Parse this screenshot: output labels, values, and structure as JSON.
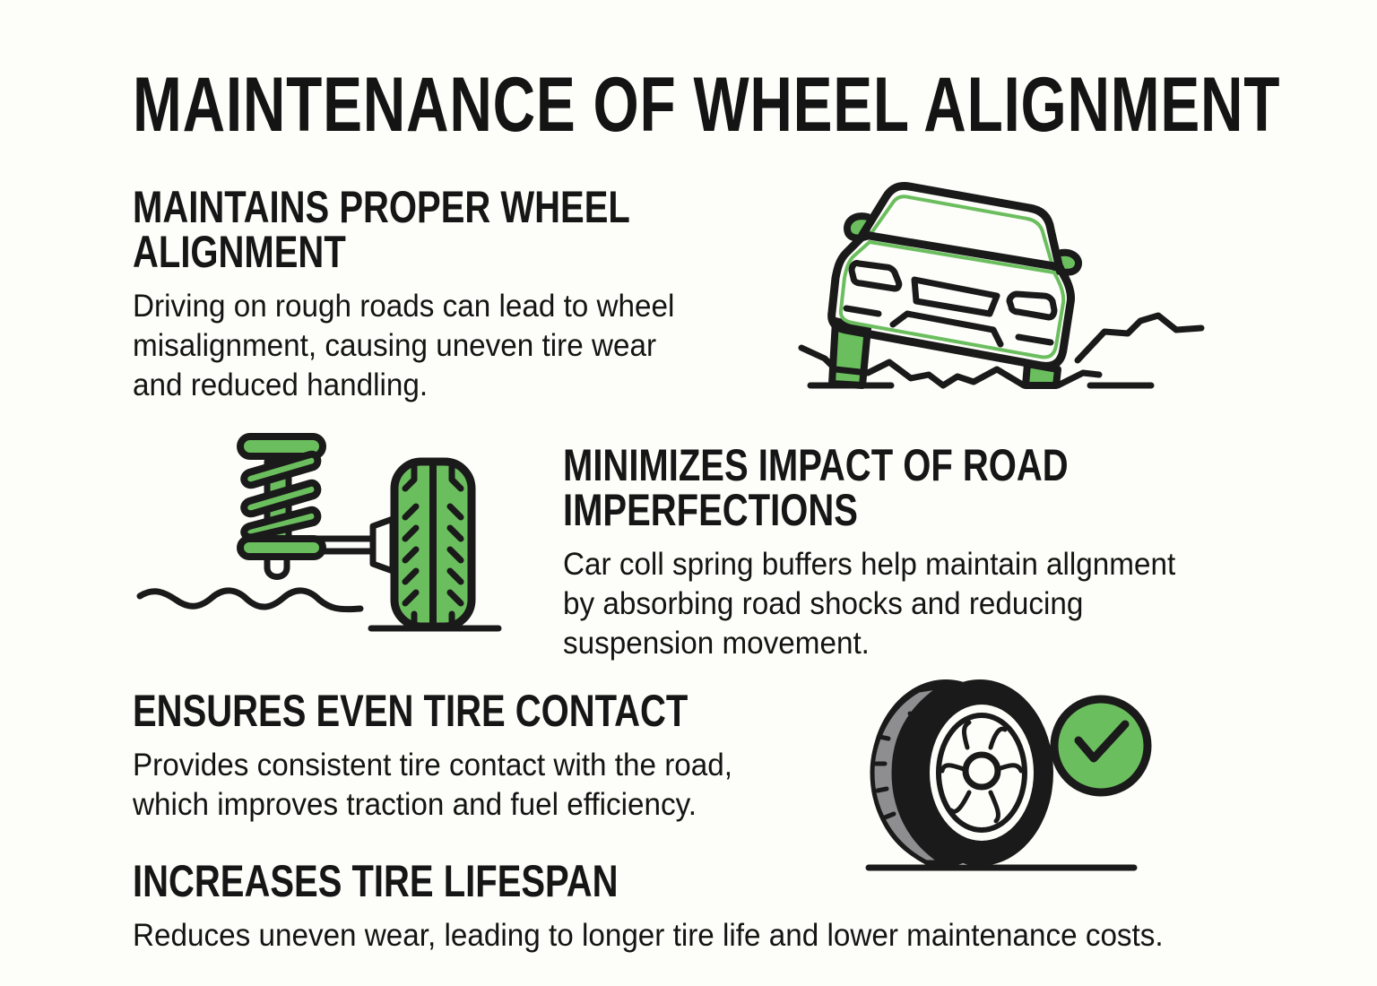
{
  "title": "MAINTENANCE OF WHEEL ALIGNMENT",
  "colors": {
    "background": "#FDFDF9",
    "text": "#151515",
    "accent_green": "#6BBE5E",
    "outline": "#1A1A1A",
    "tire_gray": "#8E8E90"
  },
  "sections": [
    {
      "heading_lines": [
        "MAINTAINS PROPER WHEEL",
        "ALIGNMENT"
      ],
      "body_lines": [
        "Driving on rough roads can lead to wheel",
        "misalignment, causing uneven tire wear",
        "and reduced handling."
      ],
      "icon": "car-on-rough-road-icon"
    },
    {
      "heading_lines": [
        "MINIMIZES IMPACT OF ROAD",
        "IMPERFECTIONS"
      ],
      "body_lines": [
        "Car coll spring buffers help maintain allgnment",
        "by absorbing road shocks and reducing",
        "suspension movement."
      ],
      "icon": "coil-spring-suspension-icon"
    },
    {
      "heading_lines": [
        "ENSURES EVEN TIRE CONTACT"
      ],
      "body_lines": [
        "Provides consistent tire contact with the road,",
        "which improves traction and fuel efficiency."
      ],
      "icon": "tire-with-checkmark-icon"
    },
    {
      "heading_lines": [
        "INCREASES TIRE LIFESPAN"
      ],
      "body_lines": [
        "Reduces uneven wear, leading to longer tire life and lower maintenance costs."
      ]
    }
  ]
}
